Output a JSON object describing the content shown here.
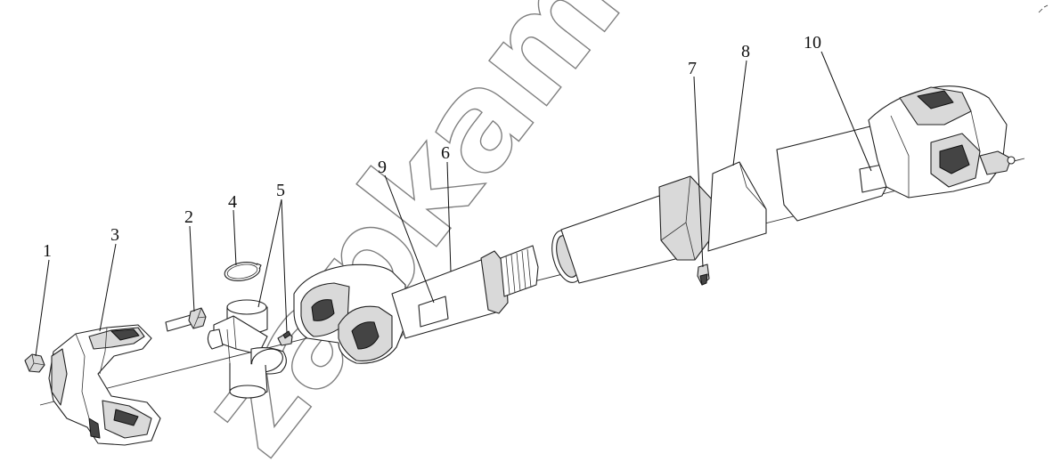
{
  "watermark": "zapkam.ru",
  "callouts": [
    {
      "id": "1",
      "label": "1"
    },
    {
      "id": "2",
      "label": "2"
    },
    {
      "id": "3",
      "label": "3"
    },
    {
      "id": "4",
      "label": "4"
    },
    {
      "id": "5",
      "label": "5"
    },
    {
      "id": "6",
      "label": "6"
    },
    {
      "id": "7",
      "label": "7"
    },
    {
      "id": "8",
      "label": "8"
    },
    {
      "id": "9",
      "label": "9"
    },
    {
      "id": "10",
      "label": "10"
    }
  ],
  "colors": {
    "line": "#222222",
    "shade": "#d9d9d9",
    "dark": "#444444",
    "background": "#ffffff"
  }
}
